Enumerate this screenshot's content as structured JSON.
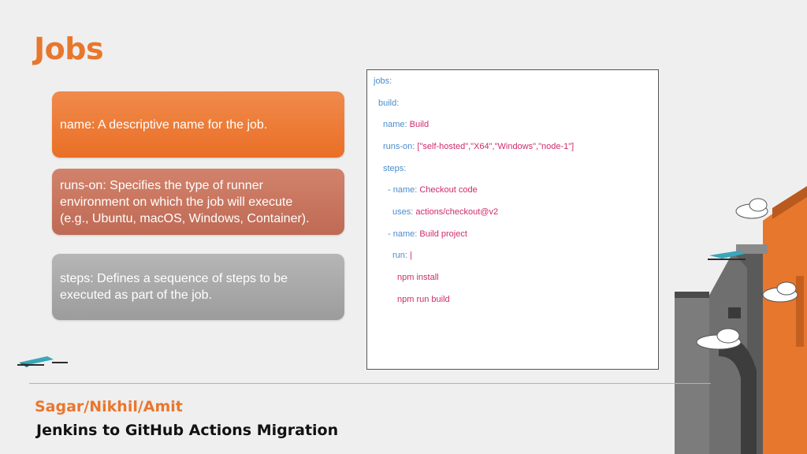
{
  "slide": {
    "title": "Jobs"
  },
  "cards": [
    {
      "lines": [
        "name: A descriptive name for the job."
      ]
    },
    {
      "lines": [
        "runs-on: Specifies the type of runner",
        "environment on which the job will execute",
        "(e.g., Ubuntu, macOS, Windows, Container)."
      ]
    },
    {
      "lines": [
        "steps: Defines a sequence of steps to be",
        "executed as part of the job."
      ]
    }
  ],
  "code": {
    "lines": [
      {
        "key": "jobs:",
        "value": ""
      },
      {
        "key": "build:",
        "value": ""
      },
      {
        "key": "name:",
        "value": "Build"
      },
      {
        "key": "runs-on:",
        "value": "[\"self-hosted\",\"X64\",\"Windows\",\"node-1\"]"
      },
      {
        "key": "steps:",
        "value": ""
      },
      {
        "key": "- name:",
        "value": "Checkout code"
      },
      {
        "key": "uses:",
        "value": "actions/checkout@v2"
      },
      {
        "key": "- name:",
        "value": "Build project"
      },
      {
        "key": "run:",
        "value": "|"
      },
      {
        "key": "",
        "value": "npm install"
      },
      {
        "key": "",
        "value": "npm run build"
      }
    ]
  },
  "footer": {
    "authors": "Sagar/Nikhil/Amit",
    "title": "Jenkins to GitHub Actions Migration"
  },
  "icons": {
    "decor_castle": "castle-illustration-icon",
    "decor_plane": "paper-plane-icon",
    "decor_cloud": "cloud-icon"
  },
  "colors": {
    "accent": "#e8772e",
    "card_orange": "#ea6f26",
    "card_rust": "#c97560",
    "card_gray": "#a8a8a8",
    "code_key": "#4a8ccc",
    "code_value": "#cf2b6a"
  }
}
